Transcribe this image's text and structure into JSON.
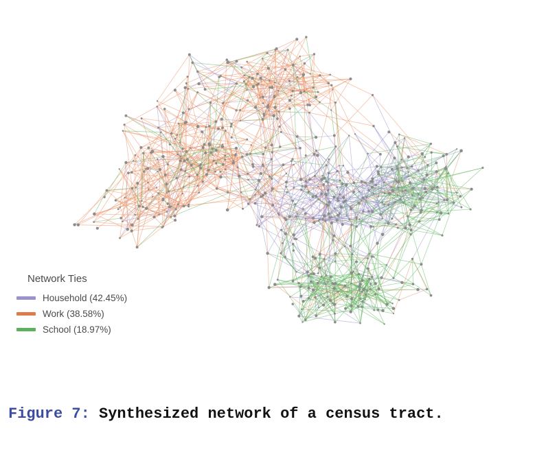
{
  "legend": {
    "title": "Network Ties",
    "items": [
      {
        "label": "Household (42.45%)",
        "color": "#9a92cc",
        "share": 42.45
      },
      {
        "label": "Work (38.58%)",
        "color": "#e07a4a",
        "share": 38.58
      },
      {
        "label": "School (18.97%)",
        "color": "#5cb25c",
        "share": 18.97
      }
    ]
  },
  "caption": {
    "label": "Figure 7:",
    "text": "Synthesized network of a census tract."
  },
  "network": {
    "node_color": "#8c8c8c",
    "edge_colors": {
      "household": "#9a92cc",
      "work": "#eb8f62",
      "school": "#5fb75f"
    }
  }
}
